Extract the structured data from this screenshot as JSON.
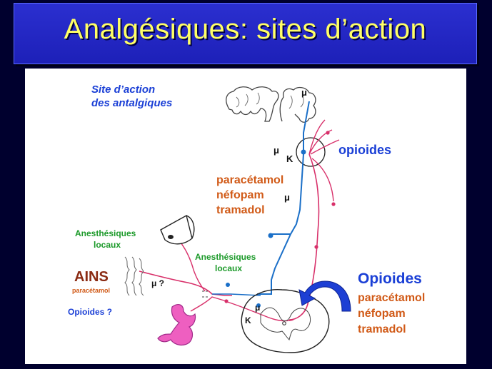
{
  "title": "Analgésiques: sites d’action",
  "labels": {
    "site_line1": "Site d’action",
    "site_line2": "des antalgiques",
    "opioides_top": "opioides",
    "mu_top": "μ",
    "mu_mid": "μ",
    "kappa_mid": "K",
    "mu_right": "μ",
    "orange_top_1": "paracétamol",
    "orange_top_2": "néfopam",
    "orange_top_3": "tramadol",
    "anesth_left_1": "Anesthésiques",
    "anesth_left_2": "locaux",
    "anesth_mid_1": "Anesthésiques",
    "anesth_mid_2": "locaux",
    "ains": "AINS",
    "paracetamol_small": "paracétamol",
    "mu_question": "μ ?",
    "opioides_question": "Opioides ?",
    "opioides_big": "Opioides",
    "orange_bot_1": "paracétamol",
    "orange_bot_2": "néfopam",
    "orange_bot_3": "tramadol",
    "mu_cord": "μ",
    "kappa_cord": "K"
  },
  "colors": {
    "title_text": "#ffff66",
    "title_bar": "#2326c4",
    "background": "#00002e",
    "blue_text": "#1a3fd6",
    "orange_text": "#d15a17",
    "green_text": "#1c9a2a",
    "pink_nerve": "#d8306a",
    "blue_nerve": "#1a6fc8",
    "pink_fill": "#ee5fc0"
  }
}
